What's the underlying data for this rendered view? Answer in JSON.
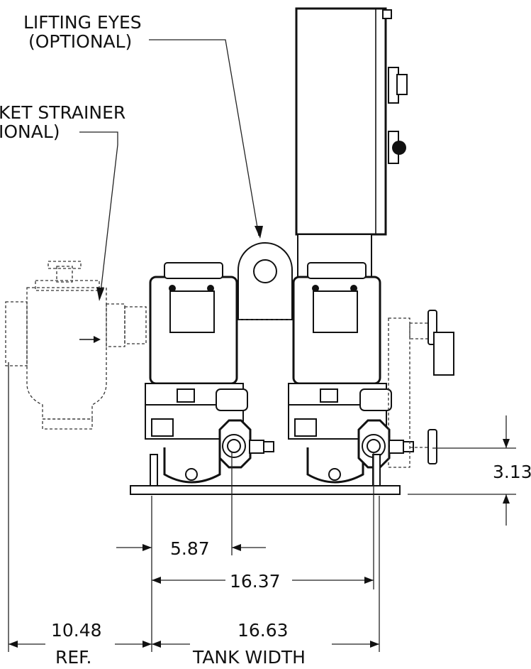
{
  "callouts": {
    "lifting_eyes_line1": "LIFTING EYES",
    "lifting_eyes_line2": "(OPTIONAL)",
    "strainer_line1": "KET STRAINER",
    "strainer_line2": "IONAL)"
  },
  "dimensions": {
    "pipe_height": "3.13",
    "offset": "5.87",
    "port_spacing": "16.37",
    "strainer_ref_value": "10.48",
    "strainer_ref_label": "REF.",
    "tank_width_value": "16.63",
    "tank_width_label": "TANK WIDTH"
  }
}
